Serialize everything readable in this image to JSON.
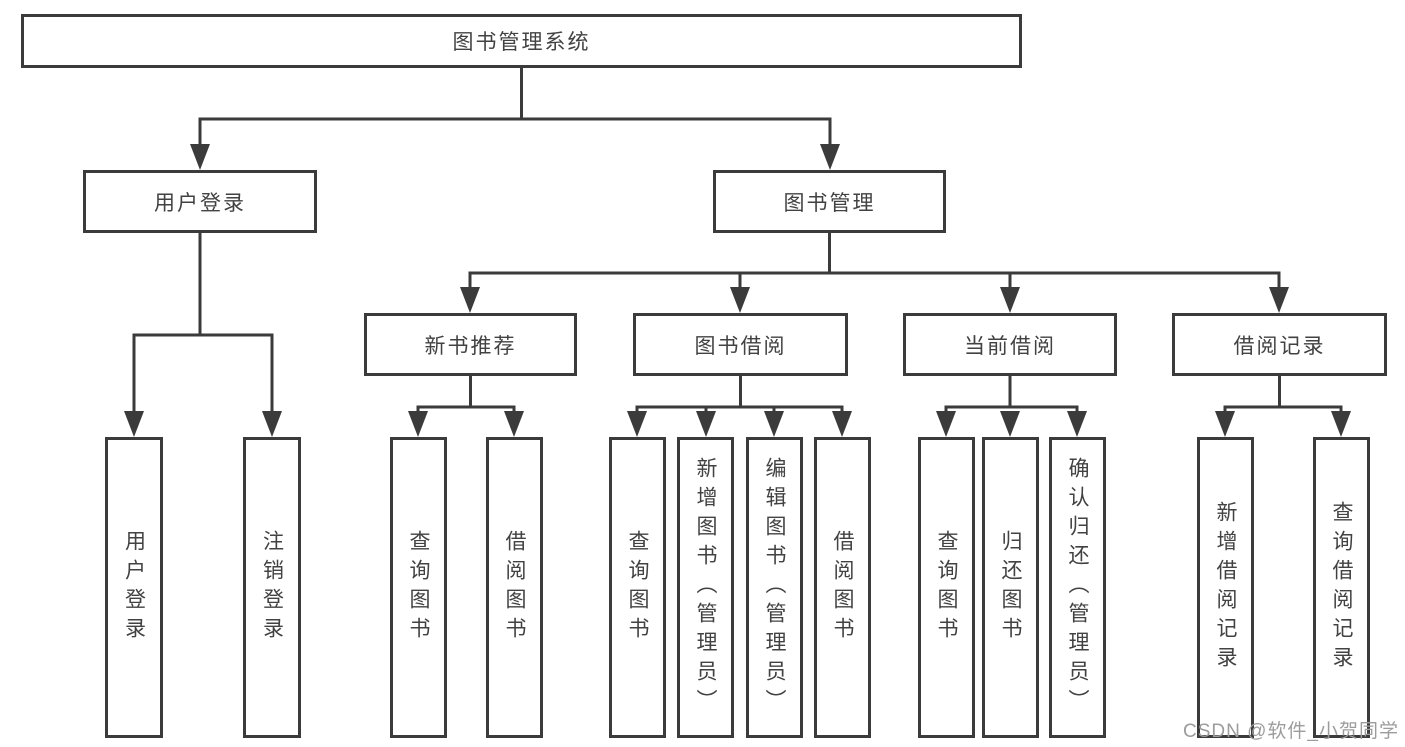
{
  "colors": {
    "line": "#3b3b3b",
    "box_border": "#3b3b3b",
    "text": "#424242",
    "watermark": "#9c9c9c",
    "background": "#ffffff"
  },
  "watermark": {
    "text": "CSDN @软件_小贺同学"
  },
  "tree": {
    "root": "图书管理系统",
    "branches": [
      {
        "label": "用户登录",
        "children": [
          "用户登录",
          "注销登录"
        ]
      },
      {
        "label": "图书管理",
        "children": [
          {
            "label": "新书推荐",
            "children": [
              "查询图书",
              "借阅图书"
            ]
          },
          {
            "label": "图书借阅",
            "children": [
              "查询图书",
              "新增图书（管理员）",
              "编辑图书（管理员）",
              "借阅图书"
            ]
          },
          {
            "label": "当前借阅",
            "children": [
              "查询图书",
              "归还图书",
              "确认归还（管理员）"
            ]
          },
          {
            "label": "借阅记录",
            "children": [
              "新增借阅记录",
              "查询借阅记录"
            ]
          }
        ]
      }
    ]
  }
}
